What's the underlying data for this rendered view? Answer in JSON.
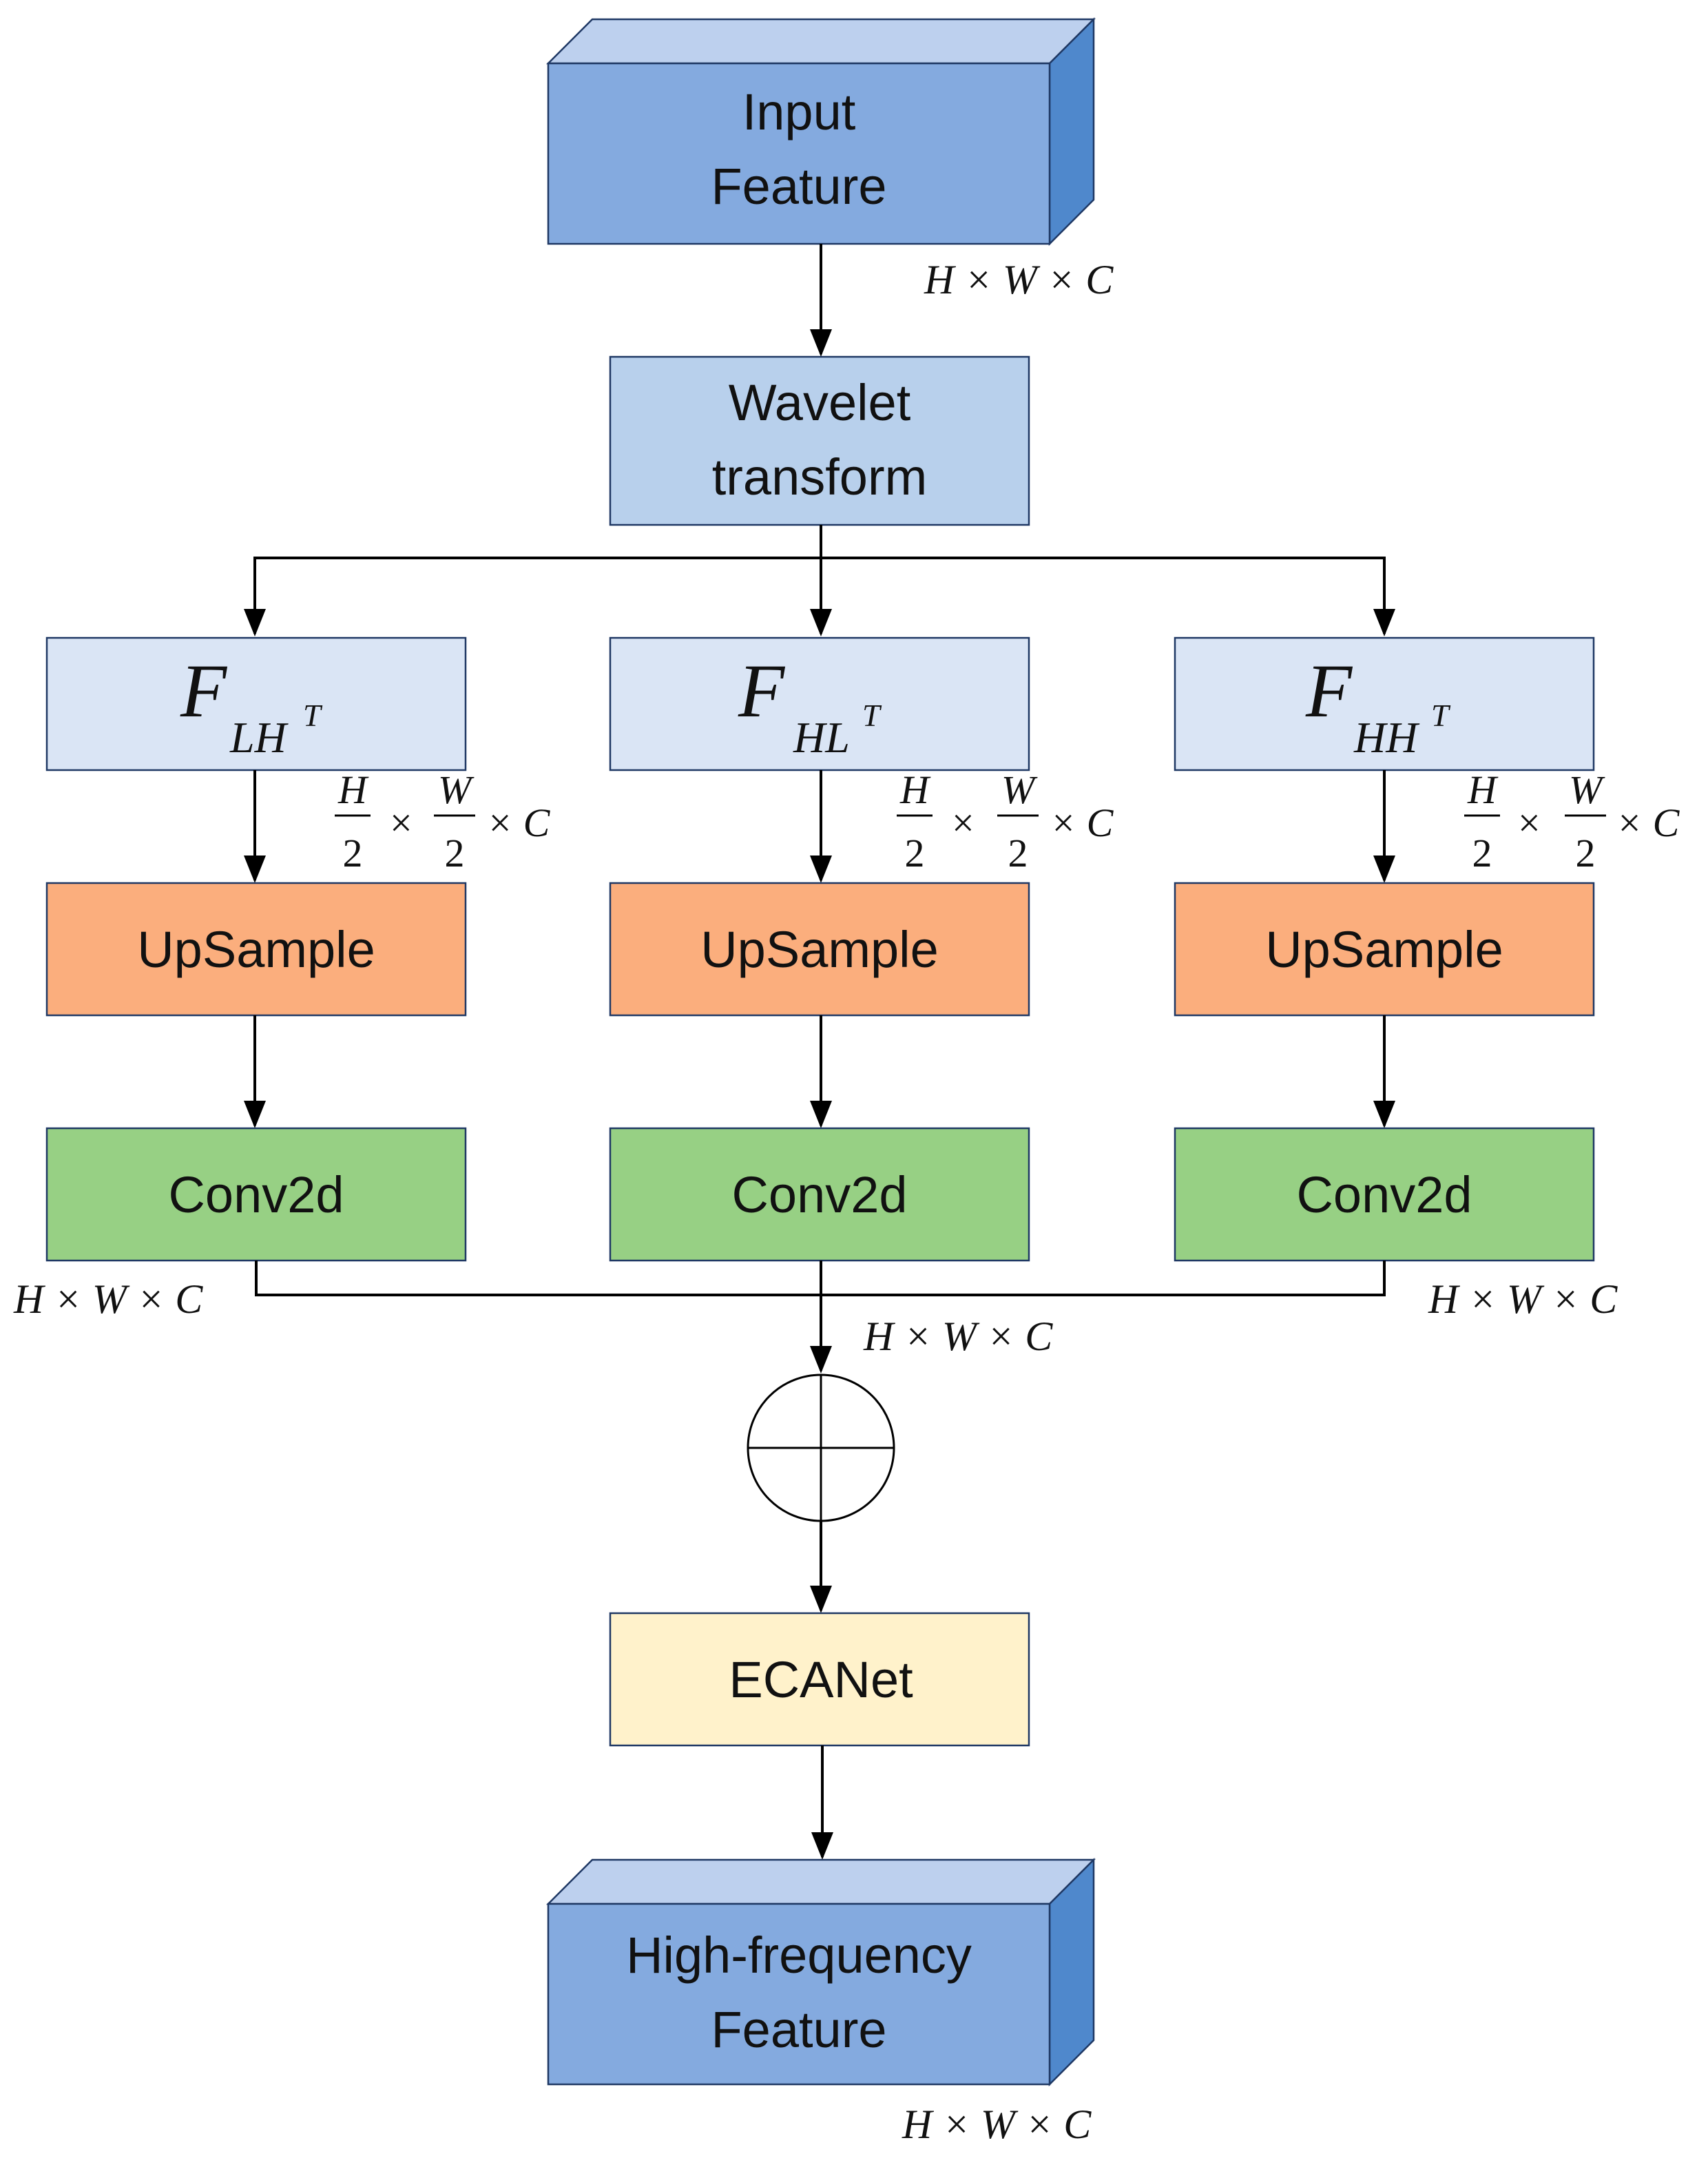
{
  "input_block": {
    "line1": "Input",
    "line2": "Feature",
    "dims": "H × W × C"
  },
  "wavelet": {
    "line1": "Wavelet",
    "line2": "transform"
  },
  "branches": [
    {
      "f_main": "F",
      "f_sub": "LH",
      "f_sup": "T",
      "frac_num_1": "H",
      "frac_den_1": "2",
      "times": "×",
      "frac_num_2": "W",
      "frac_den_2": "2",
      "dims_tail": "× C",
      "upsample": "UpSample",
      "conv": "Conv2d"
    },
    {
      "f_main": "F",
      "f_sub": "HL",
      "f_sup": "T",
      "frac_num_1": "H",
      "frac_den_1": "2",
      "times": "×",
      "frac_num_2": "W",
      "frac_den_2": "2",
      "dims_tail": "× C",
      "upsample": "UpSample",
      "conv": "Conv2d"
    },
    {
      "f_main": "F",
      "f_sub": "HH",
      "f_sup": "T",
      "frac_num_1": "H",
      "frac_den_1": "2",
      "times": "×",
      "frac_num_2": "W",
      "frac_den_2": "2",
      "dims_tail": "× C",
      "upsample": "UpSample",
      "conv": "Conv2d"
    }
  ],
  "conv_dims": {
    "left": "H × W × C",
    "center": "H × W × C",
    "right": "H × W × C"
  },
  "ecanet": {
    "label": "ECANet"
  },
  "output_block": {
    "line1": "High-frequency",
    "line2": "Feature",
    "dims": "H × W × C"
  },
  "colors": {
    "feature_front": "#84aadf",
    "feature_top": "#bdd0ee",
    "feature_side": "#4f88cc",
    "wavelet": "#b8d0ec",
    "subband": "#dae5f5",
    "upsample": "#fbae7d",
    "conv": "#97d084",
    "ecanet": "#fff2cb"
  }
}
